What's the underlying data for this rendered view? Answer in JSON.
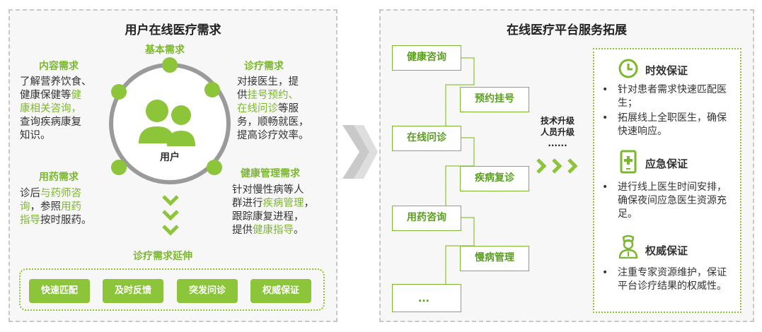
{
  "left": {
    "title": "用户在线医疗需求",
    "basic_label": "基本需求",
    "user_label": "用户",
    "content": {
      "head": "内容需求",
      "l1": "了解营养饮食、",
      "l2a": "健康保健等",
      "l2b": "健",
      "l3": "康相关咨询，",
      "l4": "查询疾病康复",
      "l5": "知识。"
    },
    "diag": {
      "head": "诊疗需求",
      "l1": "对接医生，提",
      "l2a": "供",
      "l2b": "挂号预约、",
      "l3a": "在线问诊",
      "l3b": "等服",
      "l4": "务，顺畅就医，",
      "l5": "提高诊疗效率。"
    },
    "drug": {
      "head": "用药需求",
      "l1a": "诊后",
      "l1b": "与药师咨",
      "l2a": "询",
      "l2b": "，参照",
      "l2c": "用药",
      "l3a": "指导",
      "l3b": "按时服药。"
    },
    "health": {
      "head": "健康管理需求",
      "l1": "针对慢性病等人",
      "l2a": "群进行",
      "l2b": "疾病管理",
      "l2c": "，",
      "l3": "跟踪康复进程，",
      "l4a": "提供",
      "l4b": "健康指导",
      "l4c": "。"
    },
    "ext_label": "诊疗需求延伸",
    "buttons": [
      "快速匹配",
      "及时反馈",
      "突发问诊",
      "权威保证"
    ]
  },
  "right": {
    "title": "在线医疗平台服务拓展",
    "flow": [
      "健康咨询",
      "预约挂号",
      "在线问诊",
      "疾病复诊",
      "用药咨询",
      "慢病管理",
      "..."
    ],
    "upgrade": {
      "l1": "技术升级",
      "l2": "人员升级",
      "l3": "......"
    },
    "sections": [
      {
        "title": "时效保证",
        "icon": "clock-icon",
        "bullets": [
          "针对患者需求快速匹配医生；",
          "拓展线上全职医生，确保快速响应。"
        ]
      },
      {
        "title": "应急保证",
        "icon": "phone-medical-icon",
        "bullets": [
          "进行线上医生时间安排，确保夜间应急医生资源充足。"
        ]
      },
      {
        "title": "权威保证",
        "icon": "doctor-icon",
        "bullets": [
          "注重专家资源维护，保证平台诊疗结果的权威性。"
        ]
      }
    ]
  },
  "colors": {
    "green": "#7cb82f",
    "button_green": "#8cc43a",
    "gray_ring": "#9a9a9a",
    "chevron_gray": "#c9c9c9"
  }
}
